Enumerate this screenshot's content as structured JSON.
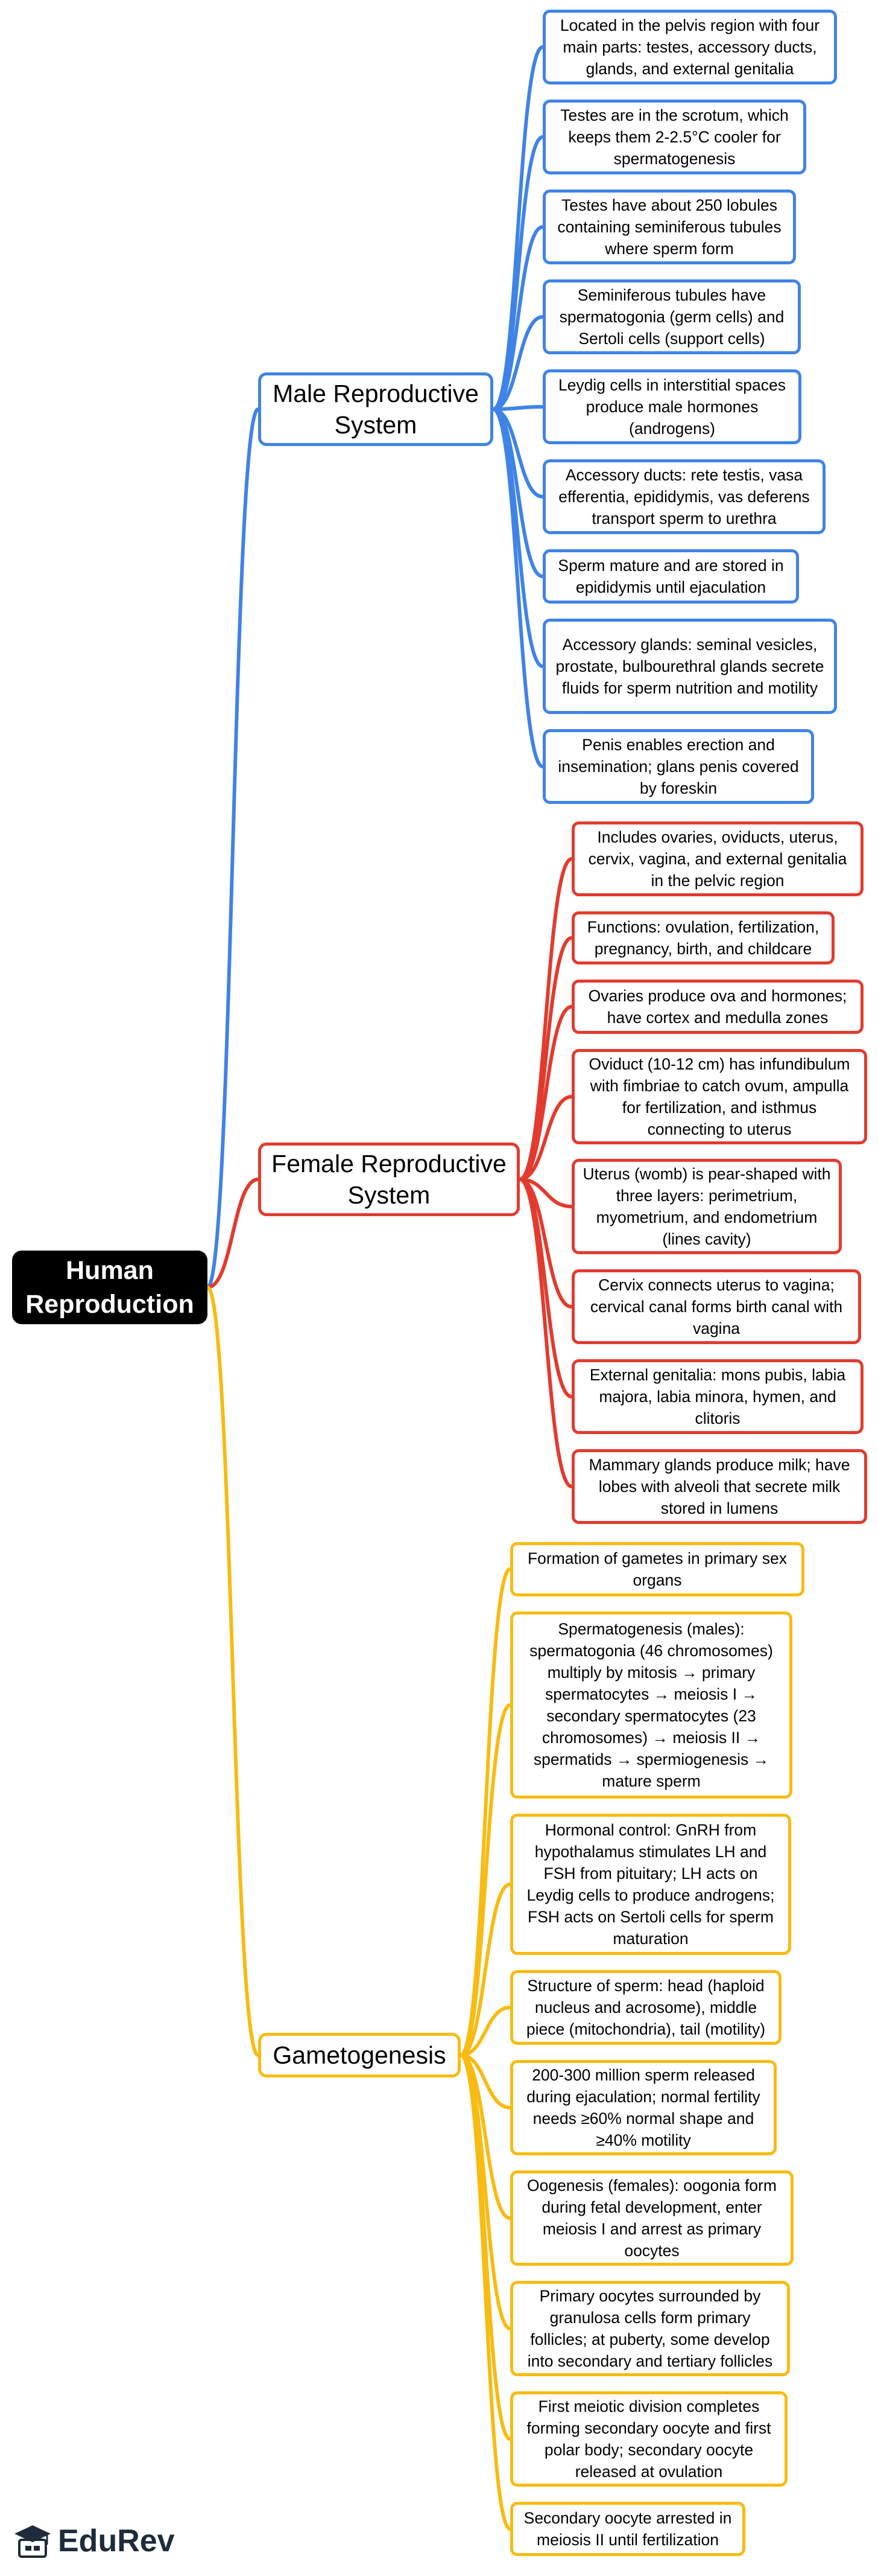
{
  "root": {
    "label": "Human\nReproduction"
  },
  "branches": [
    {
      "label": "Male Reproductive System",
      "color": "#3f83e8",
      "items": [
        "Located in the pelvis region with four main parts: testes, accessory ducts, glands, and external genitalia",
        "Testes are in the scrotum, which keeps them 2-2.5°C cooler for spermatogenesis",
        "Testes have about 250 lobules containing seminiferous tubules where sperm form",
        "Seminiferous tubules have spermatogonia (germ cells) and Sertoli cells (support cells)",
        "Leydig cells in interstitial spaces produce male hormones (androgens)",
        "Accessory ducts: rete testis, vasa efferentia, epididymis, vas deferens transport sperm to urethra",
        "Sperm mature and are stored in epididymis until ejaculation",
        "Accessory glands: seminal vesicles, prostate, bulbourethral glands secrete fluids for sperm nutrition and motility",
        "Penis enables erection and insemination; glans penis covered by foreskin"
      ]
    },
    {
      "label": "Female Reproductive System",
      "color": "#e23b2e",
      "items": [
        "Includes ovaries, oviducts, uterus, cervix, vagina, and external genitalia in the pelvic region",
        "Functions: ovulation, fertilization, pregnancy, birth, and childcare",
        "Ovaries produce ova and hormones; have cortex and medulla zones",
        "Oviduct (10-12 cm) has infundibulum with fimbriae to catch ovum, ampulla for fertilization, and isthmus connecting to uterus",
        "Uterus (womb) is pear-shaped with three layers: perimetrium, myometrium, and endometrium (lines cavity)",
        "Cervix connects uterus to vagina; cervical canal forms birth canal with vagina",
        "External genitalia: mons pubis, labia majora, labia minora, hymen, and clitoris",
        "Mammary glands produce milk; have lobes with alveoli that secrete milk stored in lumens"
      ]
    },
    {
      "label": "Gametogenesis",
      "color": "#f7bb12",
      "items": [
        "Formation of gametes in primary sex organs",
        "Spermatogenesis (males): spermatogonia (46 chromosomes) multiply by mitosis → primary spermatocytes → meiosis I → secondary spermatocytes (23 chromosomes) → meiosis II → spermatids → spermiogenesis → mature sperm",
        "Hormonal control: GnRH from hypothalamus stimulates LH and FSH from pituitary; LH acts on Leydig cells to produce androgens; FSH acts on Sertoli cells for sperm maturation",
        "Structure of sperm: head (haploid nucleus and acrosome), middle piece (mitochondria), tail (motility)",
        "200-300 million sperm released during ejaculation; normal fertility needs ≥60% normal shape and ≥40% motility",
        "Oogenesis (females): oogonia form during fetal development, enter meiosis I and arrest as primary oocytes",
        "Primary oocytes surrounded by granulosa cells form primary follicles; at puberty, some develop into secondary and tertiary follicles",
        "First meiotic division completes forming secondary oocyte and first polar body; secondary oocyte released at ovulation",
        "Secondary oocyte arrested in meiosis II until fertilization"
      ]
    }
  ],
  "logo": {
    "text": "EduRev",
    "icon": "graduation-cap-icon"
  }
}
